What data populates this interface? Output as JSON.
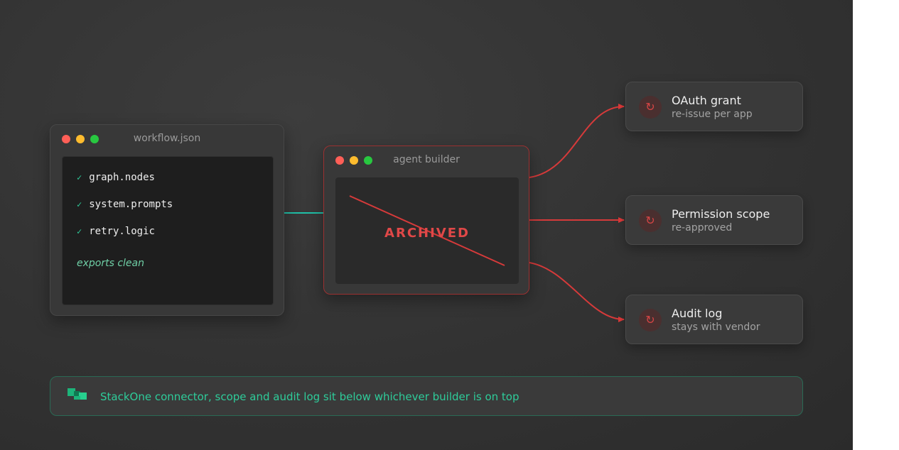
{
  "colors": {
    "accent_green": "#2ecc9a",
    "alert_red": "#e04848",
    "connector_teal": "#20c0a8"
  },
  "workflow_window": {
    "title": "workflow.json",
    "lines": [
      "graph.nodes",
      "system.prompts",
      "retry.logic"
    ],
    "check_icon": "check-icon",
    "note": "exports clean"
  },
  "agent_window": {
    "title": "agent builder",
    "stamp": "ARCHIVED"
  },
  "cards": [
    {
      "title": "OAuth grant",
      "subtitle": "re-issue per app",
      "icon": "refresh-icon"
    },
    {
      "title": "Permission scope",
      "subtitle": "re-approved",
      "icon": "refresh-icon"
    },
    {
      "title": "Audit log",
      "subtitle": "stays with vendor",
      "icon": "refresh-icon"
    }
  ],
  "footer": {
    "icon": "stackone-logo-icon",
    "text": "StackOne connector, scope and audit log sit below whichever builder is on top"
  }
}
